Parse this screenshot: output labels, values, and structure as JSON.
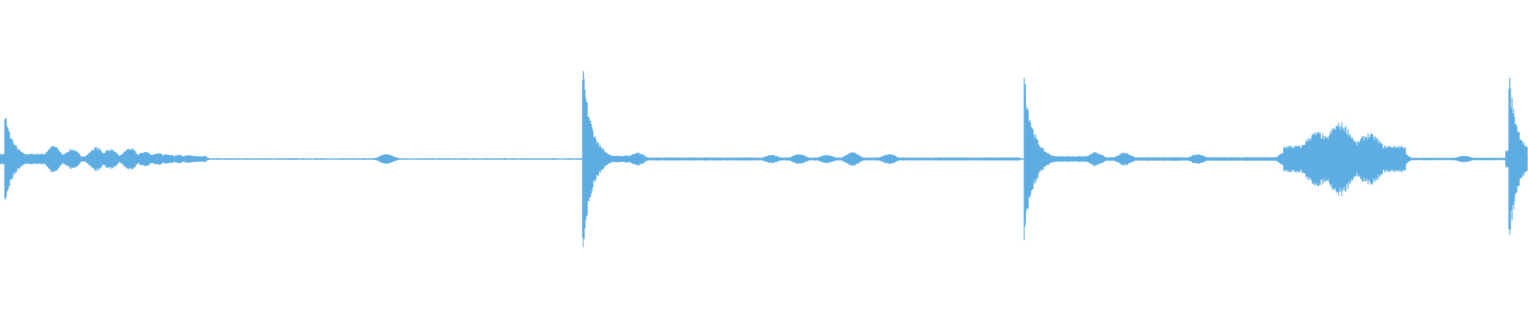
{
  "waveform": {
    "color": "#5dade2",
    "background": "#ffffff",
    "duration_fraction_markers": [
      0,
      0.382,
      0.671,
      0.987
    ],
    "events": [
      {
        "position": 0.004,
        "kind": "transient",
        "amplitude": 0.47
      },
      {
        "position": 0.382,
        "kind": "transient",
        "amplitude": 0.98
      },
      {
        "position": 0.671,
        "kind": "transient",
        "amplitude": 0.86
      },
      {
        "position": 0.988,
        "kind": "transient",
        "amplitude": 0.93
      }
    ],
    "envelopes": [
      {
        "start": 0.0,
        "end": 0.03,
        "amplitude": 0.18
      },
      {
        "start": 0.03,
        "end": 0.135,
        "amplitude": 0.1
      },
      {
        "start": 0.135,
        "end": 0.38,
        "amplitude": 0.015
      },
      {
        "start": 0.382,
        "end": 0.42,
        "amplitude": 0.12
      },
      {
        "start": 0.42,
        "end": 0.668,
        "amplitude": 0.05
      },
      {
        "start": 0.671,
        "end": 0.72,
        "amplitude": 0.1
      },
      {
        "start": 0.72,
        "end": 0.84,
        "amplitude": 0.06
      },
      {
        "start": 0.84,
        "end": 0.92,
        "amplitude": 0.45
      },
      {
        "start": 0.92,
        "end": 0.985,
        "amplitude": 0.04
      },
      {
        "start": 0.985,
        "end": 1.0,
        "amplitude": 0.3
      }
    ],
    "bursts": [
      {
        "center": 0.035,
        "amplitude": 0.16
      },
      {
        "center": 0.047,
        "amplitude": 0.12
      },
      {
        "center": 0.063,
        "amplitude": 0.14
      },
      {
        "center": 0.072,
        "amplitude": 0.12
      },
      {
        "center": 0.085,
        "amplitude": 0.13
      },
      {
        "center": 0.095,
        "amplitude": 0.09
      },
      {
        "center": 0.103,
        "amplitude": 0.07
      },
      {
        "center": 0.11,
        "amplitude": 0.06
      },
      {
        "center": 0.117,
        "amplitude": 0.05
      },
      {
        "center": 0.124,
        "amplitude": 0.05
      },
      {
        "center": 0.13,
        "amplitude": 0.04
      },
      {
        "center": 0.253,
        "amplitude": 0.06
      },
      {
        "center": 0.417,
        "amplitude": 0.08
      },
      {
        "center": 0.505,
        "amplitude": 0.05
      },
      {
        "center": 0.523,
        "amplitude": 0.06
      },
      {
        "center": 0.541,
        "amplitude": 0.05
      },
      {
        "center": 0.558,
        "amplitude": 0.08
      },
      {
        "center": 0.582,
        "amplitude": 0.06
      },
      {
        "center": 0.717,
        "amplitude": 0.08
      },
      {
        "center": 0.736,
        "amplitude": 0.08
      },
      {
        "center": 0.784,
        "amplitude": 0.06
      },
      {
        "center": 0.842,
        "amplitude": 0.09
      },
      {
        "center": 0.862,
        "amplitude": 0.32
      },
      {
        "center": 0.877,
        "amplitude": 0.43
      },
      {
        "center": 0.896,
        "amplitude": 0.3
      },
      {
        "center": 0.915,
        "amplitude": 0.13
      },
      {
        "center": 0.958,
        "amplitude": 0.04
      }
    ]
  }
}
